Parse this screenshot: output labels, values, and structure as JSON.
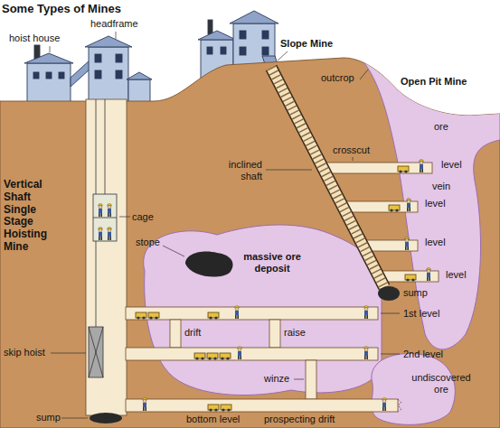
{
  "diagram": {
    "title": "Some Types of Mines",
    "labels": [
      "headframe",
      "hoist house",
      "Slope Mine",
      "outcrop",
      "Open Pit Mine",
      "ore",
      "crosscut",
      "level",
      "inclined shaft",
      "vein",
      "level",
      "level",
      "level",
      "Vertical Shaft Single Stage Hoisting Mine",
      "cage",
      "stope",
      "massive ore deposit",
      "sump",
      "1st level",
      "drift",
      "raise",
      "skip hoist",
      "2nd level",
      "winze",
      "undiscovered ore",
      "sump",
      "bottom level",
      "prospecting drift"
    ]
  }
}
